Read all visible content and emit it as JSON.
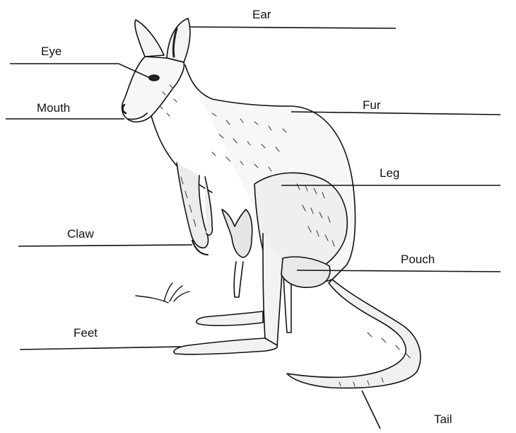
{
  "labels": {
    "ear": "Ear",
    "eye": "Eye",
    "mouth": "Mouth",
    "fur": "Fur",
    "leg": "Leg",
    "claw": "Claw",
    "pouch": "Pouch",
    "feet": "Feet",
    "tail": "Tail"
  },
  "colors": {
    "ink": "#111111",
    "background": "#ffffff"
  }
}
